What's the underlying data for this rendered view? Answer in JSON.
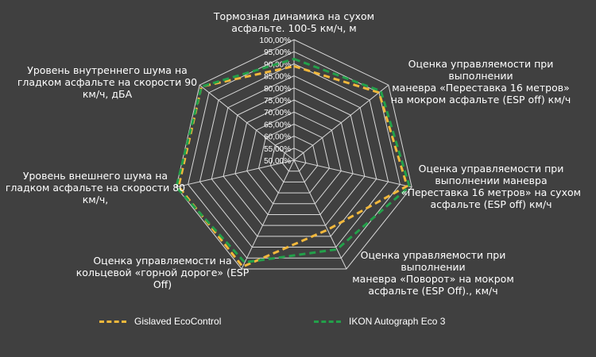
{
  "chart_data": {
    "type": "radar",
    "axes": [
      "Тормозная динамика на сухом асфальте. 100-5 км/ч, м",
      "Оценка управляемости при выполнении маневра «Переставка 16 метров» на мокром асфальте (ESP off) км/ч",
      "Оценка управляемости при выполнении маневра «Переставка 16 метров» на сухом асфальте (ESP off) км/ч",
      "Оценка управляемости при выполнении маневра «Поворот» на мокром асфальте (ESP Off)., км/ч",
      "Оценка управляемости на кольцевой «горной дороге» (ESP Off)",
      "Уровень внешнего шума на гладком асфальте на скорости 80 км/ч,",
      "Уровень внутреннего шума на гладком асфальте на скорости 90 км/ч, дБА"
    ],
    "axis_label_lines": [
      [
        "Тормозная динамика на сухом",
        "асфальте. 100-5 км/ч, м"
      ],
      [
        "Оценка управляемости при",
        "выполнении",
        "маневра «Переставка 16 метров»",
        "на мокром асфальте (ESP off) км/ч"
      ],
      [
        "Оценка управляемости при",
        "выполнении маневра",
        "«Переставка 16 метров» на сухом",
        "асфальте (ESP off) км/ч"
      ],
      [
        "Оценка управляемости при",
        "выполнении",
        "маневра «Поворот» на мокром",
        "асфальте (ESP Off)., км/ч"
      ],
      [
        "Оценка управляемости на",
        "кольцевой «горной дороге» (ESP",
        "Off)"
      ],
      [
        "Уровень внешнего шума на",
        "гладком асфальте на скорости 80",
        "км/ч,"
      ],
      [
        "Уровень внутреннего шума на",
        "гладком асфальте на скорости 90",
        "км/ч, дБА"
      ]
    ],
    "r_ticks": [
      "50,00%",
      "55,00%",
      "60,00%",
      "65,00%",
      "70,00%",
      "75,00%",
      "80,00%",
      "85,00%",
      "90,00%",
      "95,00%",
      "100,00%"
    ],
    "r_range": [
      0.5,
      1.0
    ],
    "series": [
      {
        "name": "Gislaved EcoControl",
        "values": [
          0.89,
          0.95,
          0.98,
          0.82,
          0.99,
          0.99,
          0.99
        ],
        "color": "#f2b83c"
      },
      {
        "name": "IKON Autograph Eco 3",
        "values": [
          0.92,
          0.96,
          0.99,
          0.91,
          0.97,
          1.0,
          0.99
        ],
        "color": "#23a04a"
      }
    ],
    "legend_position": "bottom",
    "grid": true
  }
}
